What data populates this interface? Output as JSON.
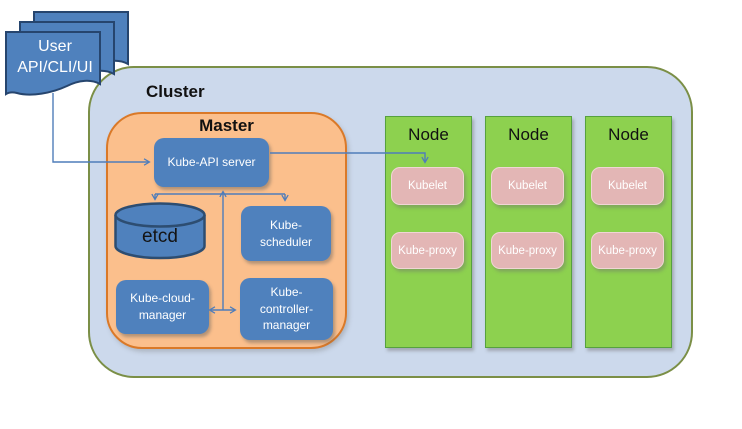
{
  "user_shape": {
    "line1": "User",
    "line2": "API/CLI/UI"
  },
  "cluster": {
    "label": "Cluster",
    "master": {
      "label": "Master",
      "api_server_label": "Kube-API server",
      "etcd_label": "etcd",
      "scheduler_label": "Kube-scheduler",
      "cloud_manager_label": "Kube-cloud-manager",
      "controller_manager_label": "Kube-controller-manager"
    },
    "nodes": [
      {
        "label": "Node",
        "kubelet_label": "Kubelet",
        "kube_proxy_label": "Kube-proxy"
      },
      {
        "label": "Node",
        "kubelet_label": "Kubelet",
        "kube_proxy_label": "Kube-proxy"
      },
      {
        "label": "Node",
        "kubelet_label": "Kubelet",
        "kube_proxy_label": "Kube-proxy"
      }
    ]
  },
  "colors": {
    "component_blue": "#4f81bd",
    "component_blue_border": "#2d4d71",
    "cluster_fill": "#ccd9ec",
    "cluster_border": "#7b8f47",
    "master_fill": "#fbbf8c",
    "master_border": "#da7928",
    "node_fill": "#8dd14f",
    "node_border": "#56a13e",
    "pod_pink": "#e3b6b5",
    "connector": "#4f7dba",
    "label_text": "#111111",
    "box_text": "#ffffff"
  }
}
